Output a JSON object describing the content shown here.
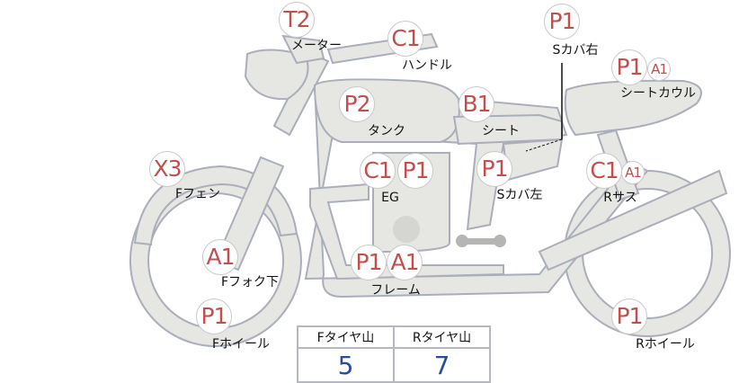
{
  "parts": [
    {
      "name": "meter",
      "badges": [
        "T2"
      ],
      "label": "メーター"
    },
    {
      "name": "handle",
      "badges": [
        "C1"
      ],
      "label": "ハンドル"
    },
    {
      "name": "side-cover-right",
      "badges": [
        "P1"
      ],
      "label": "Sカバ右"
    },
    {
      "name": "seat-cowl",
      "badges": [
        "P1",
        "A1"
      ],
      "label": "シートカウル"
    },
    {
      "name": "tank",
      "badges": [
        "P2"
      ],
      "label": "タンク"
    },
    {
      "name": "seat",
      "badges": [
        "B1"
      ],
      "label": "シート"
    },
    {
      "name": "front-fender",
      "badges": [
        "X3"
      ],
      "label": "Fフェン"
    },
    {
      "name": "engine",
      "badges": [
        "C1",
        "P1"
      ],
      "label": "EG"
    },
    {
      "name": "side-cover-left",
      "badges": [
        "P1"
      ],
      "label": "Sカバ左"
    },
    {
      "name": "rear-suspension",
      "badges": [
        "C1",
        "A1"
      ],
      "label": "Rサス"
    },
    {
      "name": "front-fork-lower",
      "badges": [
        "A1"
      ],
      "label": "Fフォク下"
    },
    {
      "name": "frame",
      "badges": [
        "P1",
        "A1"
      ],
      "label": "フレーム"
    },
    {
      "name": "front-wheel",
      "badges": [
        "P1"
      ],
      "label": "Fホイール"
    },
    {
      "name": "rear-wheel",
      "badges": [
        "P1"
      ],
      "label": "Rホイール"
    }
  ],
  "tire_table": {
    "headers": [
      "Fタイヤ山",
      "Rタイヤ山"
    ],
    "values": [
      "5",
      "7"
    ]
  },
  "colors": {
    "badge_text": "#c0504d",
    "value_text": "#2c4a9a",
    "part_fill": "#e6e6e2",
    "part_stroke": "#a9aeba"
  }
}
